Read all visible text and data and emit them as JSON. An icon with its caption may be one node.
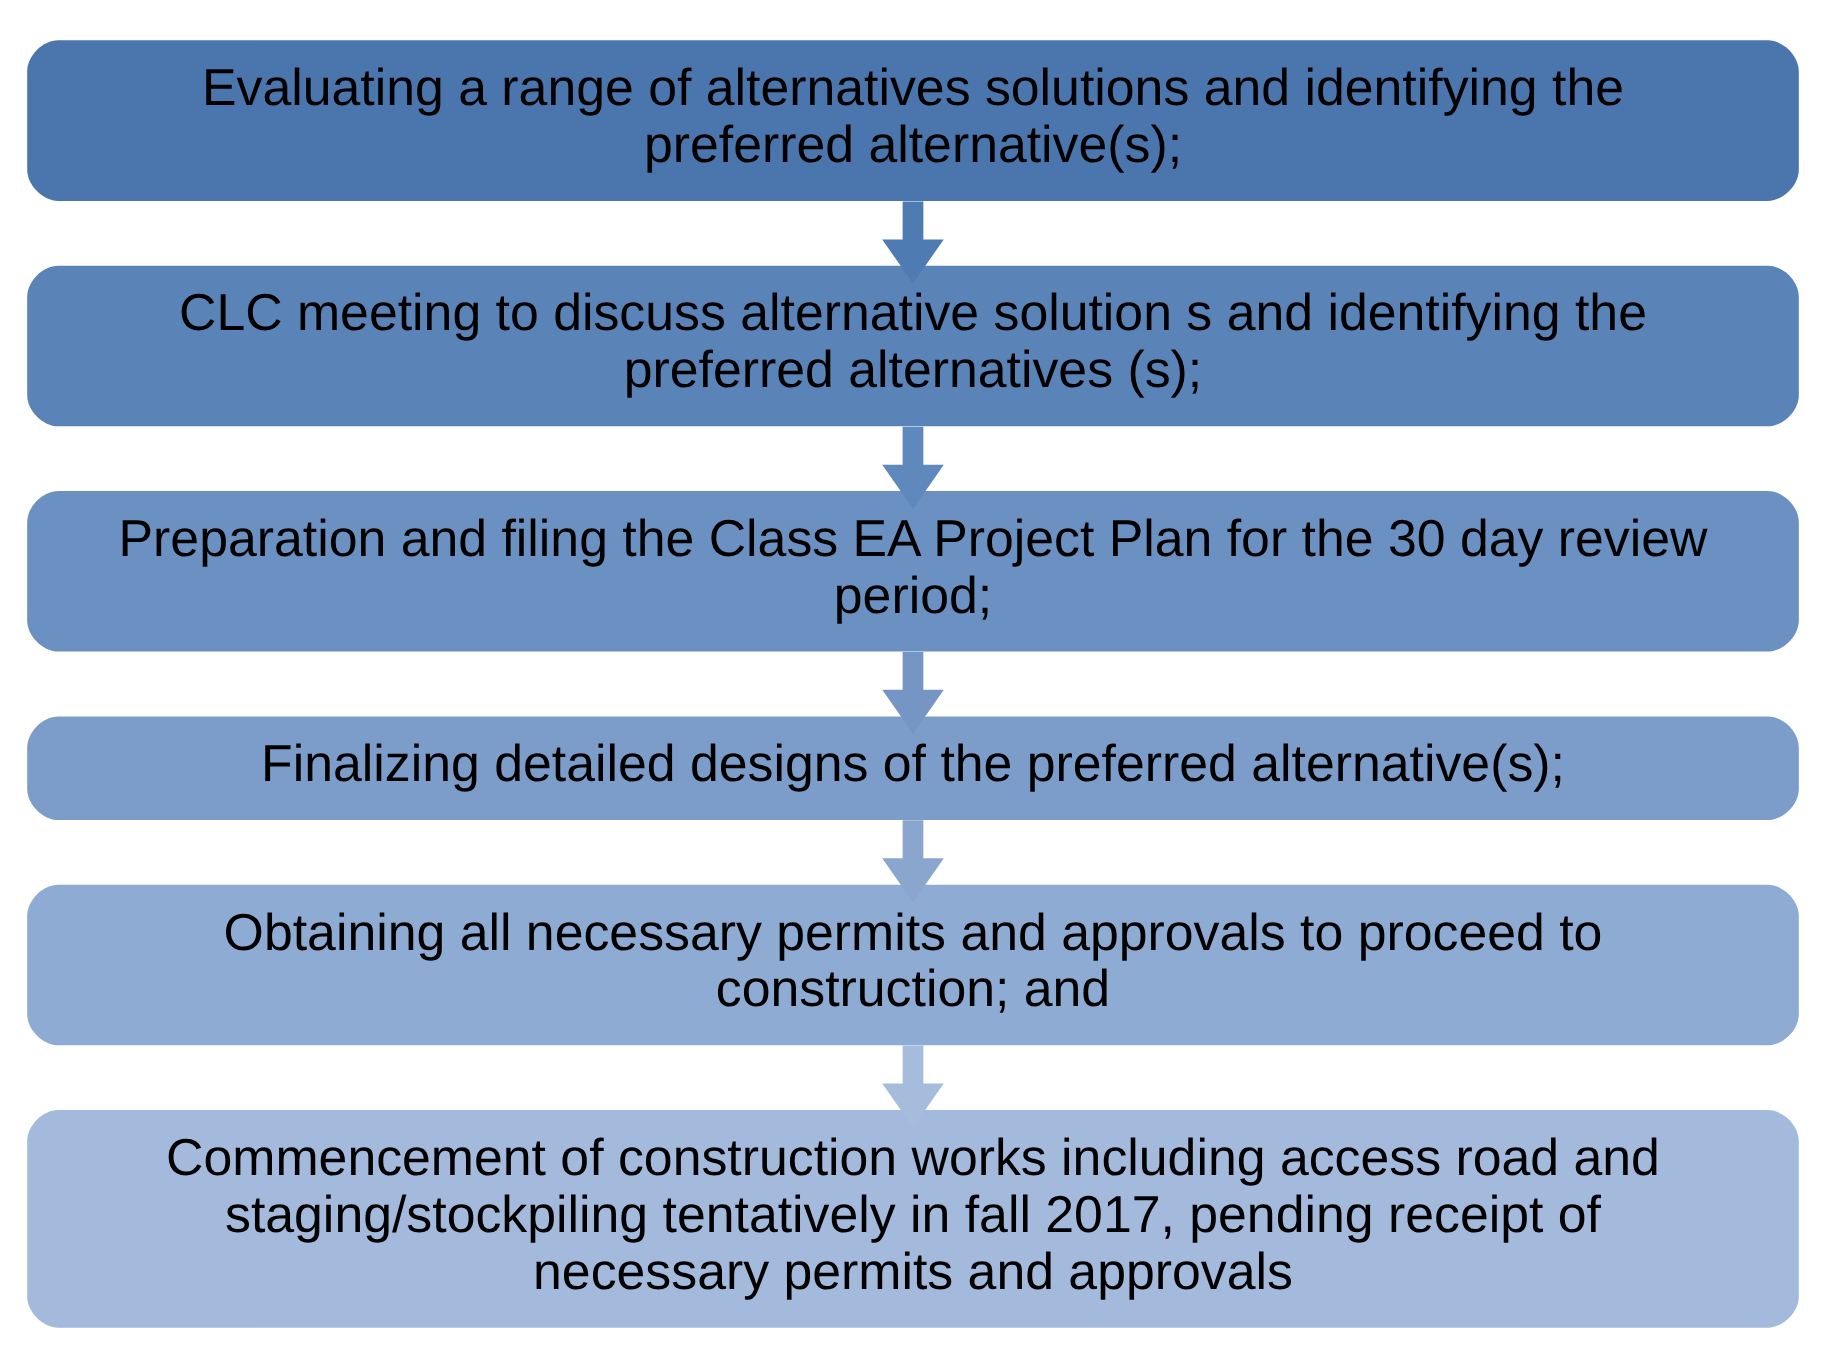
{
  "diagram": {
    "nodes": [
      {
        "text": [
          "Evaluating a range of alternatives solutions and identifying the preferred alternative(s);"
        ]
      },
      {
        "text": [
          "CLC meeting to discuss alternative solution s and identifying the preferred alternatives (s);"
        ]
      },
      {
        "text": [
          "Preparation and filing the Class EA Project Plan for the 30 day review period;"
        ]
      },
      {
        "text": [
          "Finalizing detailed designs of the preferred alternative(s);"
        ]
      },
      {
        "text": [
          "Obtaining all necessary permits and approvals to proceed to construction; and"
        ]
      },
      {
        "text": [
          "Commencement of construction works including access road and staging/stockpiling tentatively in fall 2017, pending receipt of necessary permits and approvals"
        ]
      }
    ],
    "edges": [
      {
        "from": 0,
        "to": 1,
        "arrow": "to"
      },
      {
        "from": 1,
        "to": 2,
        "arrow": "to"
      },
      {
        "from": 2,
        "to": 3,
        "arrow": "to"
      },
      {
        "from": 3,
        "to": 4,
        "arrow": "to"
      },
      {
        "from": 4,
        "to": 5,
        "arrow": "to"
      }
    ]
  }
}
